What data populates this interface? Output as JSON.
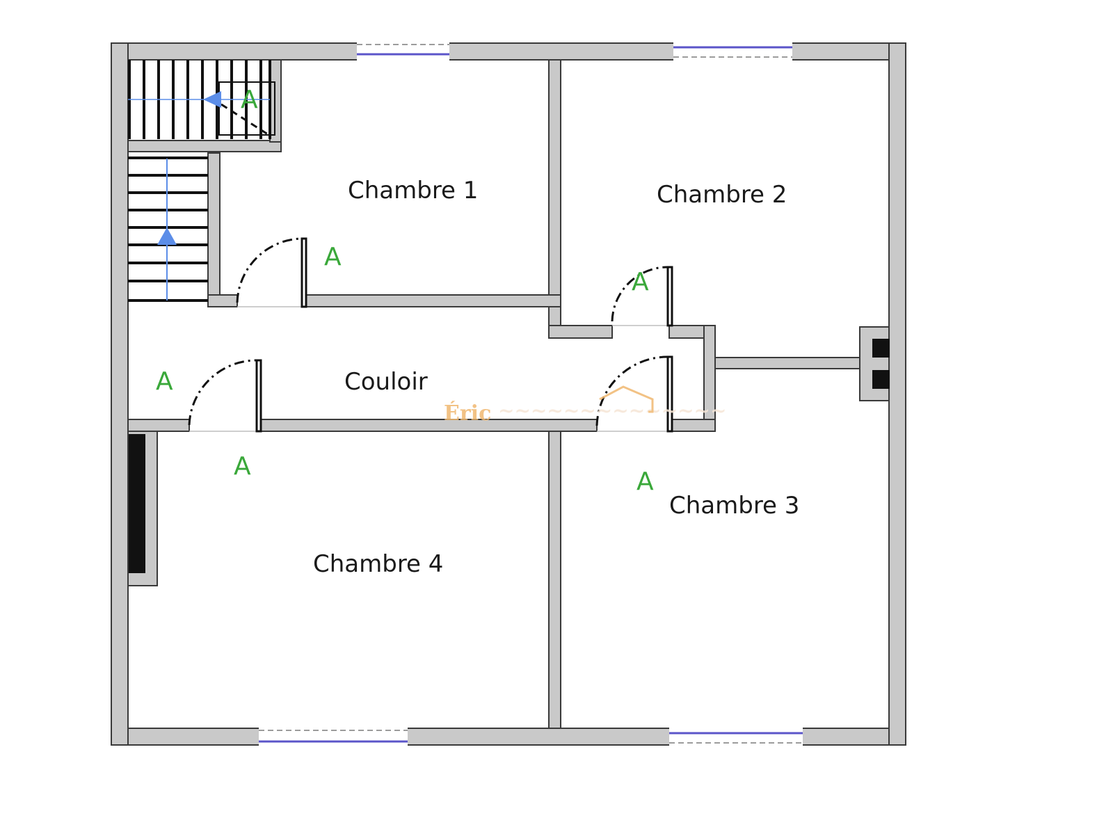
{
  "rooms": {
    "chambre1": "Chambre 1",
    "chambre2": "Chambre 2",
    "chambre3": "Chambre 3",
    "chambre4": "Chambre 4",
    "couloir": "Couloir"
  },
  "door_marker": "A",
  "watermark": {
    "text": "Éric"
  },
  "colors": {
    "wall_fill": "#c9c9c9",
    "wall_outline": "#3a3a3a",
    "door_marker": "#3aa83a",
    "stair_arrow": "#5b8de8",
    "window_line": "#5b55c9",
    "watermark": "#f0b870"
  },
  "icons": [
    "stair-arrow-icon",
    "door-swing-icon",
    "window-icon",
    "chimney-flue-icon",
    "watermark-house-icon"
  ]
}
